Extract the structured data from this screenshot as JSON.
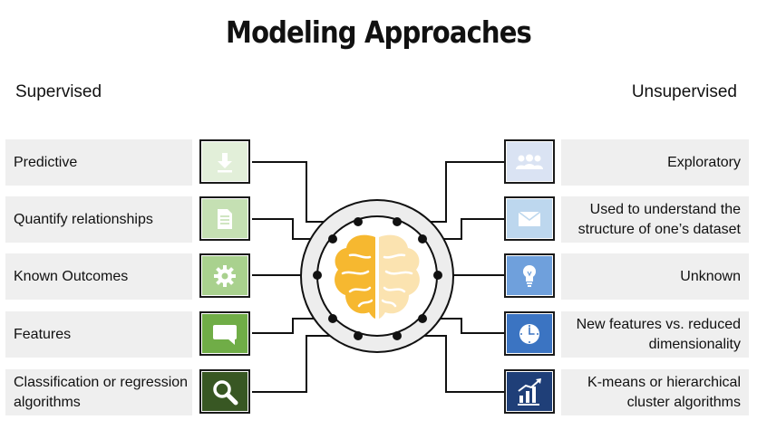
{
  "title": "Modeling Approaches",
  "supervised": {
    "heading": "Supervised",
    "items": [
      {
        "label": "Predictive",
        "icon": "download-icon",
        "color": "#e2efd9"
      },
      {
        "label": "Quantify relationships",
        "icon": "document-icon",
        "color": "#c5e0b3"
      },
      {
        "label": "Known Outcomes",
        "icon": "gear-icon",
        "color": "#a9d18e"
      },
      {
        "label": "Features",
        "icon": "chat-bubble-icon",
        "color": "#70ad47"
      },
      {
        "label": "Classification or regression algorithms",
        "icon": "magnifier-icon",
        "color": "#385723"
      }
    ]
  },
  "unsupervised": {
    "heading": "Unsupervised",
    "items": [
      {
        "label": "Exploratory",
        "icon": "people-icon",
        "color": "#dae3f3"
      },
      {
        "label": "Used to understand the structure of one’s dataset",
        "icon": "envelope-icon",
        "color": "#bdd7ee"
      },
      {
        "label": "Unknown",
        "icon": "lightbulb-icon",
        "color": "#6fa0dc"
      },
      {
        "label": "New features vs. reduced dimensionality",
        "icon": "clock-icon",
        "color": "#3b74c2"
      },
      {
        "label": "K-means or hierarchical cluster algorithms",
        "icon": "bar-chart-icon",
        "color": "#1f3f78"
      }
    ]
  },
  "brain": {
    "icon": "brain-icon",
    "left_color": "#f6b830",
    "right_color": "#fbe3b0"
  }
}
